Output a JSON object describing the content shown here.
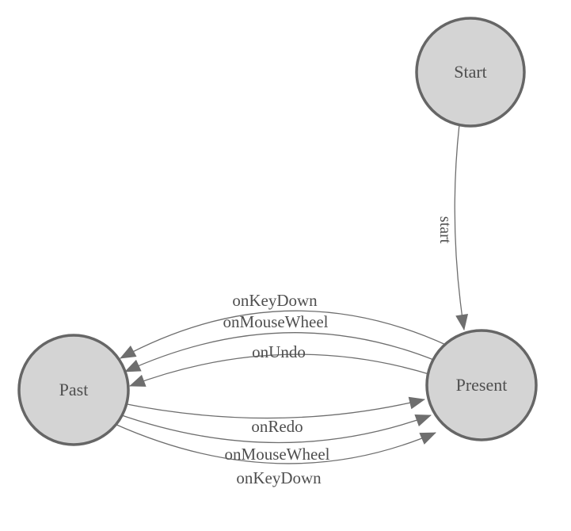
{
  "diagram": {
    "type": "state-machine",
    "colors": {
      "background": "#ffffff",
      "node_fill": "#d4d4d4",
      "node_stroke": "#666666",
      "edge": "#6e6e6e",
      "text": "#4f4f4f"
    },
    "nodes": [
      {
        "id": "start",
        "label": "Start"
      },
      {
        "id": "present",
        "label": "Present"
      },
      {
        "id": "past",
        "label": "Past"
      }
    ],
    "edges": [
      {
        "from": "start",
        "to": "present",
        "label": "start"
      },
      {
        "from": "present",
        "to": "past",
        "label": "onKeyDown"
      },
      {
        "from": "present",
        "to": "past",
        "label": "onMouseWheel"
      },
      {
        "from": "present",
        "to": "past",
        "label": "onUndo"
      },
      {
        "from": "past",
        "to": "present",
        "label": "onRedo"
      },
      {
        "from": "past",
        "to": "present",
        "label": "onMouseWheel"
      },
      {
        "from": "past",
        "to": "present",
        "label": "onKeyDown"
      }
    ]
  }
}
